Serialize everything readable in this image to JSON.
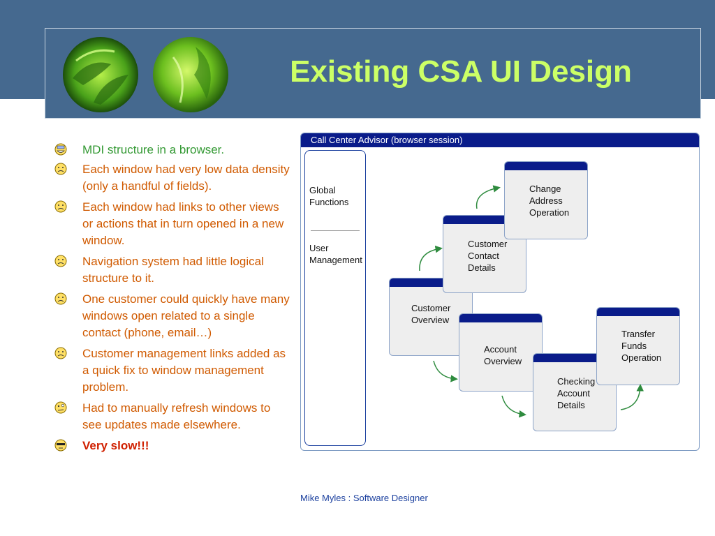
{
  "slide": {
    "title": "Existing CSA UI Design",
    "footer": "Mike Myles : Software Designer"
  },
  "bullets": [
    {
      "text": "MDI structure in a browser.",
      "icon": "grin-smiley-icon",
      "color": "#339933"
    },
    {
      "text": "Each window had very low data density (only a handful of fields).",
      "icon": "sad-smiley-icon",
      "color": "#d05a00"
    },
    {
      "text": "Each window had links to other views or actions that in turn opened in a new window.",
      "icon": "sad-smiley-icon",
      "color": "#d05a00"
    },
    {
      "text": "Navigation system had little logical structure to it.",
      "icon": "sad-smiley-icon",
      "color": "#d05a00"
    },
    {
      "text": "One customer could quickly have many windows open related to a single contact (phone, email…)",
      "icon": "sad-smiley-icon",
      "color": "#d05a00"
    },
    {
      "text": "Customer management links added as a quick fix to window management problem.",
      "icon": "sad-smiley-icon",
      "color": "#d05a00"
    },
    {
      "text": "Had to manually refresh windows to see updates made elsewhere.",
      "icon": "confused-smiley-icon",
      "color": "#d05a00"
    },
    {
      "text": "Very slow!!!",
      "icon": "sleepy-smiley-icon",
      "color": "#d02000"
    }
  ],
  "diagram": {
    "title": "Call Center Advisor (browser session)",
    "sidebar": {
      "global_functions": [
        "Global",
        "Functions"
      ],
      "user_management": [
        "User",
        "Management"
      ]
    },
    "windows": {
      "change_address": [
        "Change",
        "Address",
        "Operation"
      ],
      "customer_contact": [
        "Customer",
        "Contact",
        "Details"
      ],
      "customer_overview": [
        "Customer",
        "Overview"
      ],
      "account_overview": [
        "Account",
        "Overview"
      ],
      "checking_account": [
        "Checking",
        "Account",
        "Details"
      ],
      "transfer_funds": [
        "Transfer",
        "Funds",
        "Operation"
      ]
    }
  },
  "colors": {
    "header_bg": "#45698f",
    "title": "#ccff66",
    "window_bar": "#0a1c8a",
    "arrow": "#2e8b3e"
  }
}
